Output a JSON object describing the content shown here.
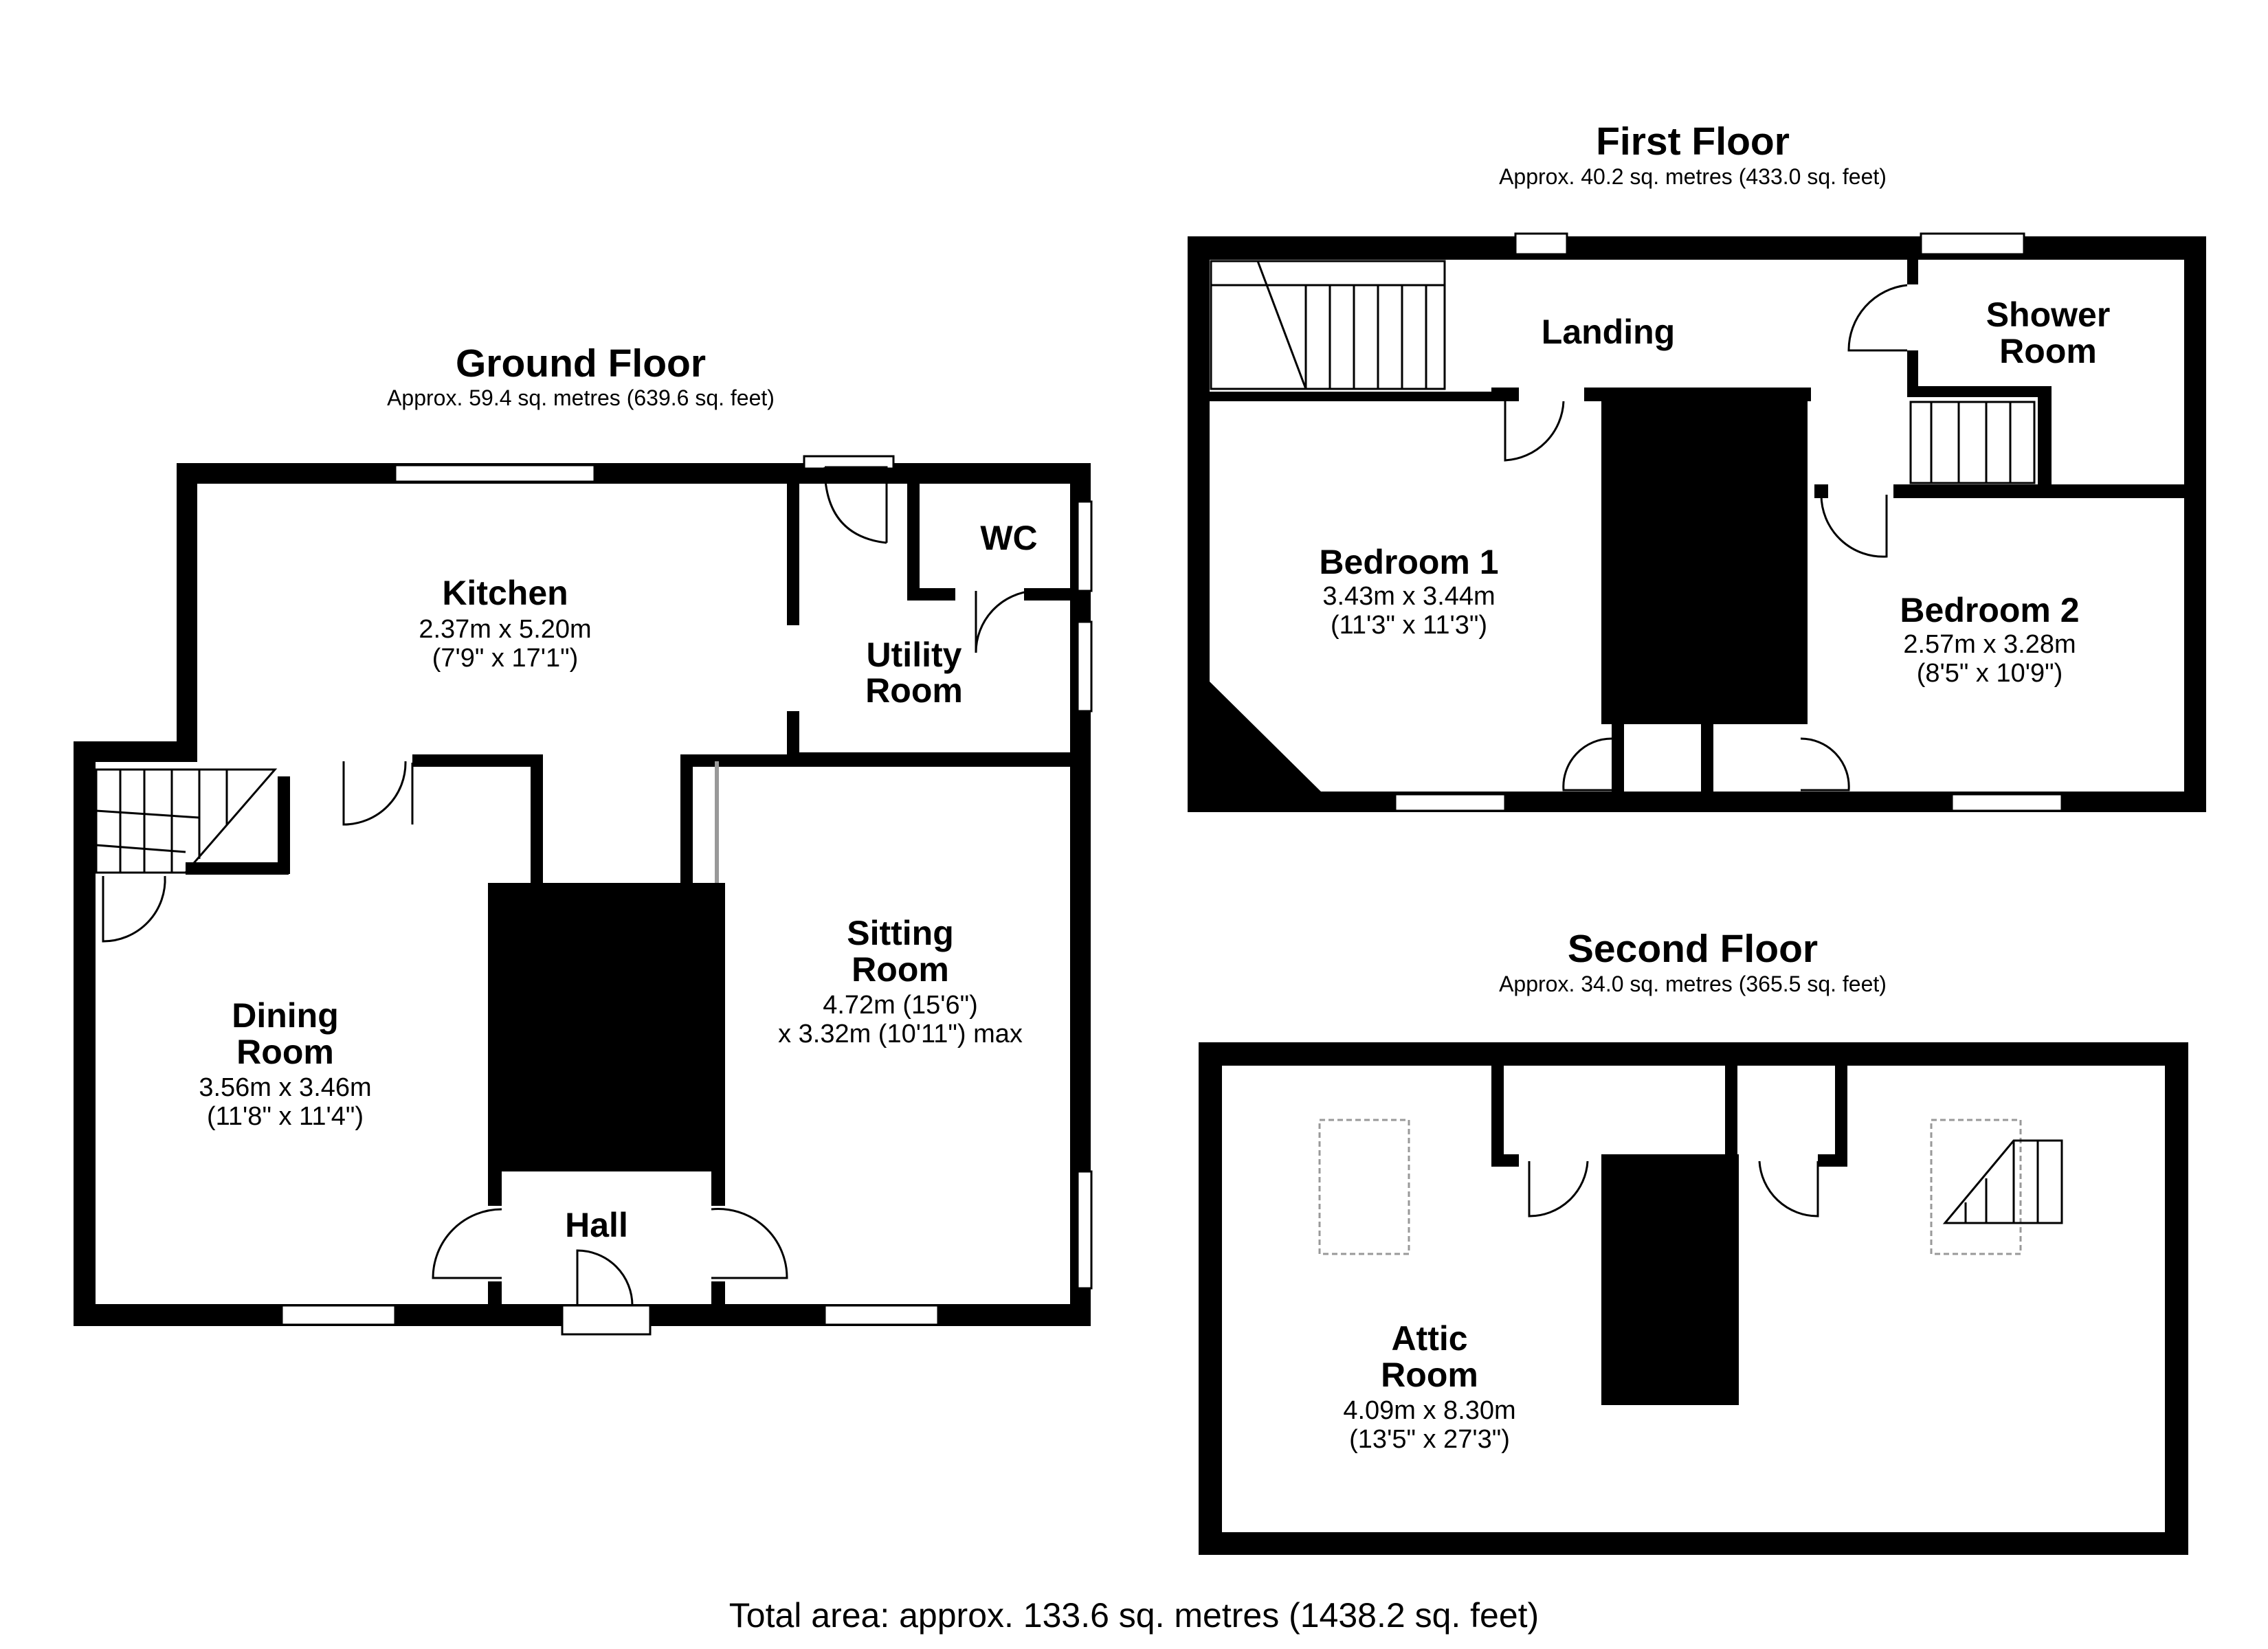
{
  "floors": {
    "ground": {
      "title": "Ground Floor",
      "area": "Approx. 59.4 sq. metres (639.6 sq. feet)",
      "rooms": {
        "kitchen": {
          "name": "Kitchen",
          "dim1": "2.37m x 5.20m",
          "dim2": "(7'9\" x 17'1\")"
        },
        "utility": {
          "name1": "Utility",
          "name2": "Room"
        },
        "wc": {
          "name": "WC"
        },
        "dining": {
          "name1": "Dining",
          "name2": "Room",
          "dim1": "3.56m x 3.46m",
          "dim2": "(11'8\" x 11'4\")"
        },
        "sitting": {
          "name1": "Sitting",
          "name2": "Room",
          "dim1": "4.72m (15'6\")",
          "dim2": "x 3.32m (10'11\") max"
        },
        "hall": {
          "name": "Hall"
        }
      }
    },
    "first": {
      "title": "First Floor",
      "area": "Approx. 40.2 sq. metres (433.0 sq. feet)",
      "rooms": {
        "landing": {
          "name": "Landing"
        },
        "shower": {
          "name1": "Shower",
          "name2": "Room"
        },
        "bedroom1": {
          "name": "Bedroom 1",
          "dim1": "3.43m x 3.44m",
          "dim2": "(11'3\" x 11'3\")"
        },
        "bedroom2": {
          "name": "Bedroom 2",
          "dim1": "2.57m x 3.28m",
          "dim2": "(8'5\" x 10'9\")"
        }
      }
    },
    "second": {
      "title": "Second Floor",
      "area": "Approx. 34.0 sq. metres (365.5 sq. feet)",
      "rooms": {
        "attic": {
          "name1": "Attic",
          "name2": "Room",
          "dim1": "4.09m x 8.30m",
          "dim2": "(13'5\" x 27'3\")"
        }
      }
    }
  },
  "total_area": "Total area: approx. 133.6 sq. metres (1438.2 sq. feet)",
  "colors": {
    "wall": "#000000",
    "window": "#ffffff",
    "background": "#ffffff",
    "skylight": "#999999"
  }
}
